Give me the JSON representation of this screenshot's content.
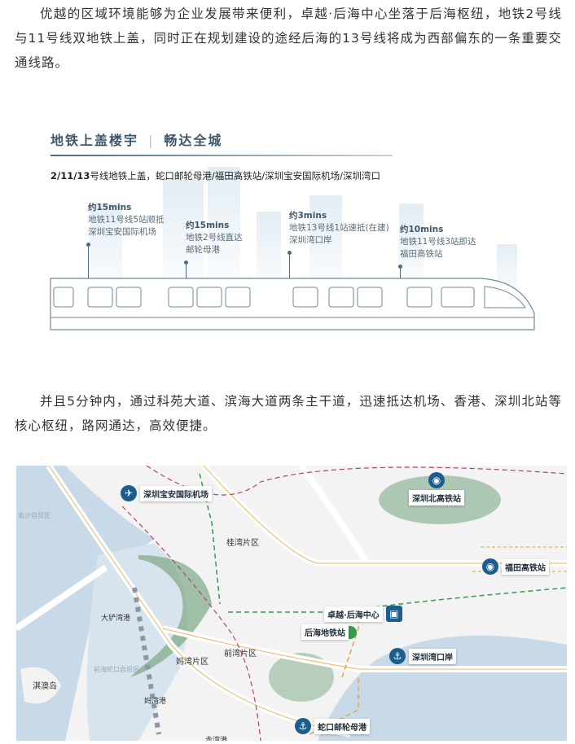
{
  "paragraphs": [
    "优越的区域环境能够为企业发展带来便利，卓越·后海中心坐落于后海枢纽，地铁2号线与11号线双地铁上盖，同时正在规划建设的途经后海的13号线将成为西部偏东的一条重要交通线路。",
    "并且5分钟内，通过科苑大道、滨海大道两条主干道，迅速抵达机场、香港、深圳北站等核心枢纽，路网通达，高效便捷。"
  ],
  "infographic": {
    "title_left": "地铁上盖楼宇",
    "title_sep": "|",
    "title_right": "畅达全城",
    "subtitle_bold": "2/11/13",
    "subtitle_rest": "号线地铁上盖，蛇口邮轮母港/福田高铁站/深圳宝安国际机场/深圳湾口",
    "stops": [
      {
        "time": "约15mins",
        "line1": "地铁11号线5站顺抵",
        "line2": "深圳宝安国际机场"
      },
      {
        "time": "约15mins",
        "line1": "地铁2号线直达",
        "line2": "邮轮母港"
      },
      {
        "time": "约3mins",
        "line1": "地铁13号线1站速抵(在建)",
        "line2": "深圳湾口岸"
      },
      {
        "time": "约10mins",
        "line1": "地铁11号线3站即达",
        "line2": "福田高铁站"
      }
    ]
  },
  "map": {
    "pois": [
      {
        "label": "深圳宝安国际机场",
        "icon": "airplane-icon"
      },
      {
        "label": "深圳北高铁站",
        "icon": "rail-station-icon"
      },
      {
        "label": "福田高铁站",
        "icon": "rail-station-icon"
      },
      {
        "label": "卓越·后海中心",
        "icon": "building-icon"
      },
      {
        "label": "后海地铁站",
        "icon": "metro-icon"
      },
      {
        "label": "深圳湾口岸",
        "icon": "anchor-icon"
      },
      {
        "label": "蛇口邮轮母港",
        "icon": "anchor-icon"
      }
    ],
    "areas": [
      "桂湾片区",
      "前湾片区",
      "妈湾片区",
      "淇澳岛",
      "大铲湾港",
      "妈湾港",
      "赤湾港",
      "南沙自贸区",
      "前海蛇口自贸区"
    ]
  }
}
